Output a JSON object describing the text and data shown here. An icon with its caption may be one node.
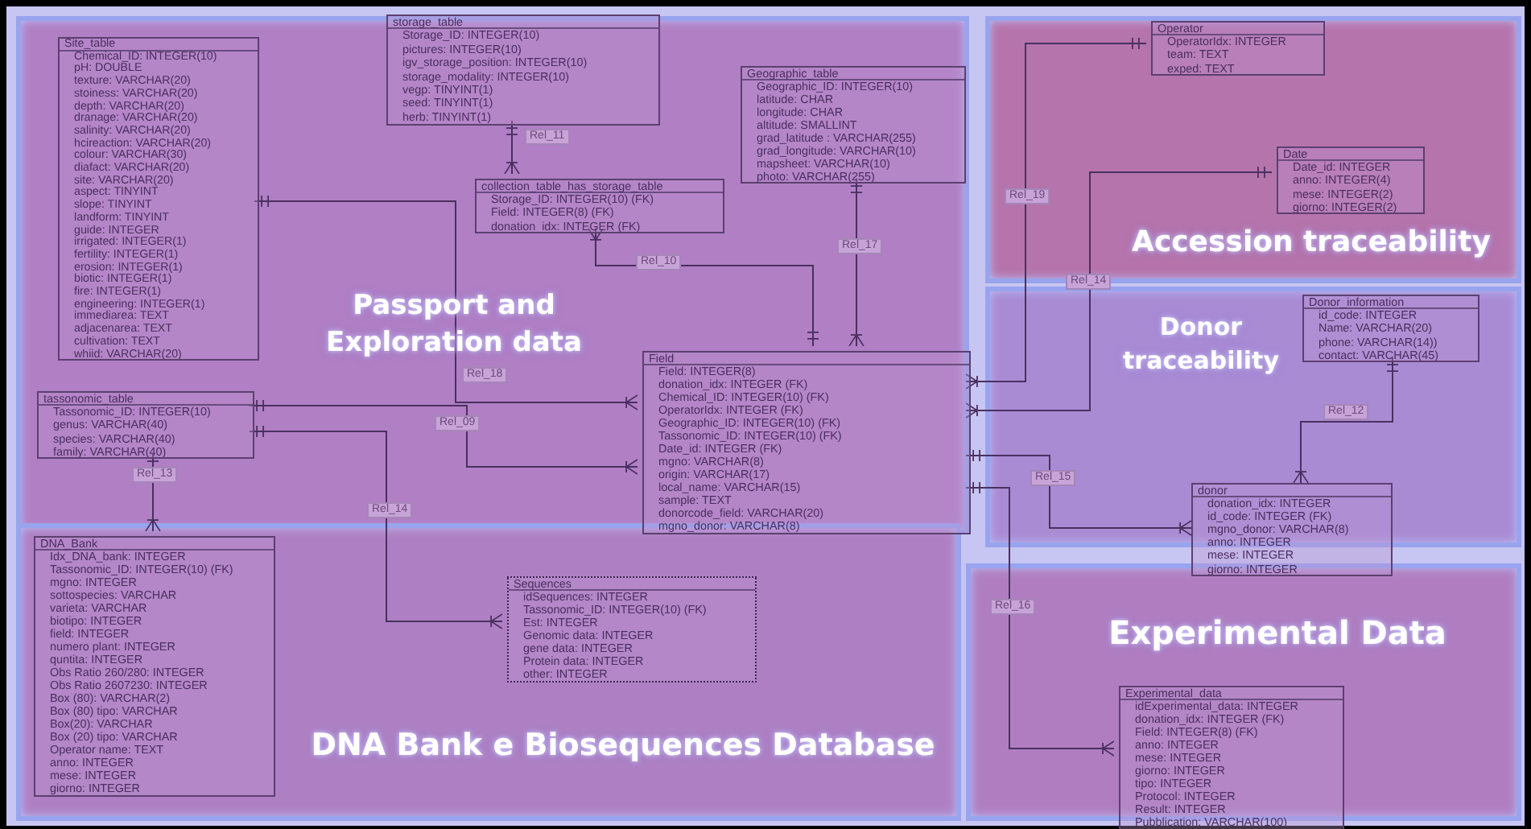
{
  "diagram": {
    "nodes": [
      {
        "text": [
          "Passport and Exploration data"
        ]
      },
      {
        "text": [
          "Site_table",
          "Chemical_ID: INTEGER(10)",
          "pH: DOUBLE",
          "texture: VARCHAR(20)",
          "stoiness: VARCHAR(20)",
          "depth: VARCHAR(20)",
          "dranage: VARCHAR(20)",
          "salinity: VARCHAR(20)",
          "hcireaction: VARCHAR(20)",
          "colour: VARCHAR(30)",
          "diafact: VARCHAR(20)",
          "site: VARCHAR(20)",
          "aspect: TINYINT",
          "slope: TINYINT",
          "landform: TINYINT",
          "guide: INTEGER",
          "irrigated: INTEGER(1)",
          "fertility: INTEGER(1)",
          "erosion: INTEGER(1)",
          "biotic: INTEGER(1)",
          "fire: INTEGER(1)",
          "engineering: INTEGER(1)",
          "immediarea: TEXT",
          "adjacenarea: TEXT",
          "cultivation: TEXT",
          "whiid: VARCHAR(20)"
        ],
        "in": 0
      },
      {
        "text": [
          "storage_table",
          "Storage_ID: INTEGER(10)",
          "pictures: INTEGER(10)",
          "igv_storage_position: INTEGER(10)",
          "storage_modality: INTEGER(10)",
          "vegp: TINYINT(1)",
          "seed: TINYINT(1)",
          "herb: TINYINT(1)"
        ],
        "in": 0
      },
      {
        "text": [
          "collection_table_has_storage_table",
          "Storage_ID: INTEGER(10) (FK)",
          "Field: INTEGER(8) (FK)",
          "donation_idx: INTEGER (FK)"
        ],
        "in": 0
      },
      {
        "text": [
          "Geographic_table",
          "Geographic_ID: INTEGER(10)",
          "latitude: CHAR",
          "longitude: CHAR",
          "altitude: SMALLINT",
          "grad_latitude : VARCHAR(255)",
          "grad_longitude: VARCHAR(10)",
          "mapsheet: VARCHAR(10)",
          "photo: VARCHAR(255)"
        ],
        "in": 0
      },
      {
        "text": [
          "tassonomic_table",
          "Tassonomic_ID: INTEGER(10)",
          "genus: VARCHAR(40)",
          "species: VARCHAR(40)",
          "family: VARCHAR(40)"
        ],
        "in": 0
      },
      {
        "text": [
          "Field",
          "Field: INTEGER(8)",
          "donation_idx: INTEGER (FK)",
          "Chemical_ID: INTEGER(10) (FK)",
          "OperatorIdx: INTEGER (FK)",
          "Geographic_ID: INTEGER(10) (FK)",
          "Tassonomic_ID: INTEGER(10) (FK)",
          "Date_id: INTEGER (FK)",
          "mgno: VARCHAR(8)",
          "origin: VARCHAR(17)",
          "local_name: VARCHAR(15)",
          "sample: TEXT",
          "donorcode_field: VARCHAR(20)",
          "mgno_donor: VARCHAR(8)"
        ],
        "in": 0
      },
      {
        "text": [
          "Accession traceability"
        ]
      },
      {
        "text": [
          "Operator",
          "OperatorIdx: INTEGER",
          "team: TEXT",
          "exped: TEXT"
        ],
        "in": 7
      },
      {
        "text": [
          "Date",
          "Date_id: INTEGER",
          "anno: INTEGER(4)",
          "mese: INTEGER(2)",
          "giorno: INTEGER(2)"
        ],
        "in": 7
      },
      {
        "text": [
          "Donor traceability"
        ]
      },
      {
        "text": [
          "Donor_information",
          "id_code: INTEGER",
          "Name: VARCHAR(20)",
          "phone: VARCHAR(14))",
          "contact: VARCHAR(45)"
        ],
        "in": 10
      },
      {
        "text": [
          "donor",
          "donation_idx: INTEGER",
          "id_code: INTEGER (FK)",
          "mgno_donor: VARCHAR(8)",
          "anno: INTEGER",
          "mese: INTEGER",
          "giorno: INTEGER"
        ]
      },
      {
        "text": [
          "DNA Bank e Biosequences Database"
        ]
      },
      {
        "text": [
          "DNA_Bank",
          "Idx_DNA_bank: INTEGER",
          "Tassonomic_ID: INTEGER(10) (FK)",
          "mgno: INTEGER",
          "sottospecies: VARCHAR",
          "varieta: VARCHAR",
          "biotipo: INTEGER",
          "field: INTEGER",
          "numero plant: INTEGER",
          "quntita: INTEGER",
          "Obs Ratio 260/280: INTEGER",
          "Obs Ratio 2607230: INTEGER",
          "Box (80): VARCHAR(2)",
          "Box (80) tipo: VARCHAR",
          "Box(20): VARCHAR",
          "Box (20) tipo: VARCHAR",
          "Operator name: TEXT",
          "anno: INTEGER",
          "mese: INTEGER",
          "giorno: INTEGER"
        ],
        "in": 13
      },
      {
        "text": [
          "Sequences",
          "idSequences: INTEGER",
          "Tassonomic_ID: INTEGER(10) (FK)",
          "Est: INTEGER",
          "Genomic data: INTEGER",
          "gene data: INTEGER",
          "Protein data: INTEGER",
          "other: INTEGER"
        ],
        "in": 13
      },
      {
        "text": [
          "Experimental Data"
        ]
      },
      {
        "text": [
          "Experimental_data",
          "idExperimental_data: INTEGER",
          "donation_idx: INTEGER (FK)",
          "Field: INTEGER(8) (FK)",
          "anno: INTEGER",
          "mese: INTEGER",
          "giorno: INTEGER",
          "tipo: INTEGER",
          "Protocol: INTEGER",
          "Result: INTEGER",
          "Pubblication: VARCHAR(100)"
        ],
        "in": 16
      }
    ],
    "edges": [
      {
        "from": 2,
        "to": 3,
        "arrow": "other",
        "label": "Rel_11"
      },
      {
        "from": 6,
        "to": 3,
        "arrow": "other",
        "label": "Rel_10"
      },
      {
        "from": 4,
        "to": 6,
        "arrow": "other",
        "label": "Rel_17"
      },
      {
        "from": 1,
        "to": 6,
        "arrow": "other",
        "label": "Rel_18"
      },
      {
        "from": 5,
        "to": 6,
        "arrow": "other",
        "label": "Rel_09"
      },
      {
        "from": 5,
        "to": 14,
        "arrow": "other",
        "label": "Rel_13"
      },
      {
        "from": 5,
        "to": 15,
        "arrow": "other",
        "label": "Rel_14"
      },
      {
        "from": 8,
        "to": 6,
        "arrow": "other",
        "label": "Rel_19"
      },
      {
        "from": 9,
        "to": 6,
        "arrow": "other",
        "label": "Rel_14"
      },
      {
        "from": 11,
        "to": 12,
        "arrow": "other",
        "label": "Rel_12"
      },
      {
        "from": 6,
        "to": 12,
        "arrow": "other",
        "label": "Rel_15"
      },
      {
        "from": 6,
        "to": 17,
        "arrow": "other",
        "label": "Rel_16"
      }
    ]
  }
}
